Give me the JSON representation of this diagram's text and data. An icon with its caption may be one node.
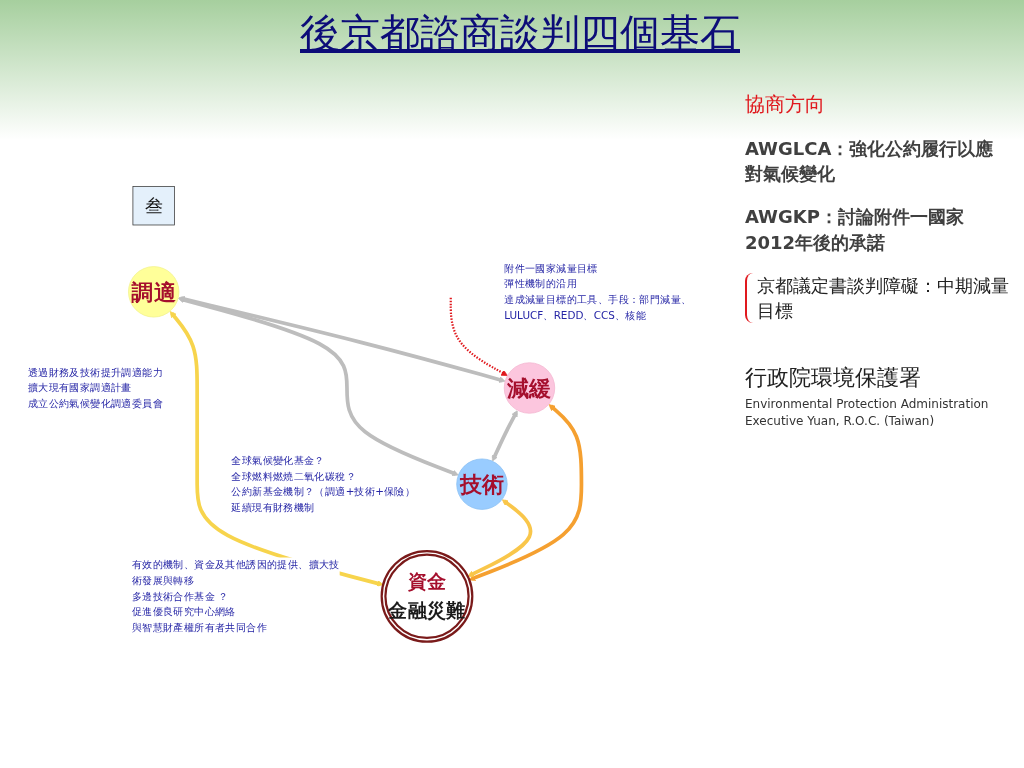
{
  "diagram": {
    "title": "後京都諮商談判四個基石",
    "nodes": [
      {
        "text": [
          "叁"
        ]
      },
      {
        "text": [
          "調適"
        ],
        "beside": [
          "透過財務及技術提升調適能力",
          "擴大現有國家調適計畫",
          "成立公約氣候變化調適委員會"
        ]
      },
      {
        "text": [
          "減緩"
        ],
        "beside": [
          "附件一國家減量目標",
          "彈性機制的沿用",
          "達成減量目標的工具、手段：部門減量、LULUCF、REDD、CCS、核能"
        ]
      },
      {
        "text": [
          "技術"
        ],
        "beside": [
          "有效的機制、資金及其他誘因的提供、擴大技術發展與轉移",
          "多邊技術合作基金 ？",
          "促進優良研究中心網絡",
          "與智慧財產權所有者共同合作"
        ]
      },
      {
        "text": [
          "資金",
          "金融災難"
        ],
        "beside": [
          "全球氣候變化基金？",
          "全球燃料燃燒二氧化碳稅？",
          "公約新基金機制？（調適+技術+保險）",
          "延續現有財務機制"
        ]
      }
    ],
    "edges": [
      {
        "from": 1,
        "to": 2,
        "arrow": "both"
      },
      {
        "from": 1,
        "to": 3,
        "arrow": "both"
      },
      {
        "from": 2,
        "to": 4,
        "arrow": "both",
        "color": "#f5a030"
      },
      {
        "from": 3,
        "to": 4,
        "arrow": "both",
        "color": "#f9c64a"
      },
      {
        "from": 1,
        "to": 4,
        "arrow": "both",
        "color": "#f7d44c"
      },
      {
        "from": 2,
        "to": 3,
        "arrow": "both"
      },
      {
        "from": null,
        "to": 2,
        "arrow": "to",
        "style": "dashed",
        "color": "#e0191e"
      }
    ],
    "labels": [
      "協商方向",
      "AWGLCA：強化公約履行以應對氣候變化",
      "AWGKP：討論附件一國家2012年後的承諾",
      "京都議定書談判障礙：中期減量目標",
      "行政院環境保護署",
      "Environmental Protection Administration Executive Yuan, R.O.C. (Taiwan)"
    ]
  }
}
